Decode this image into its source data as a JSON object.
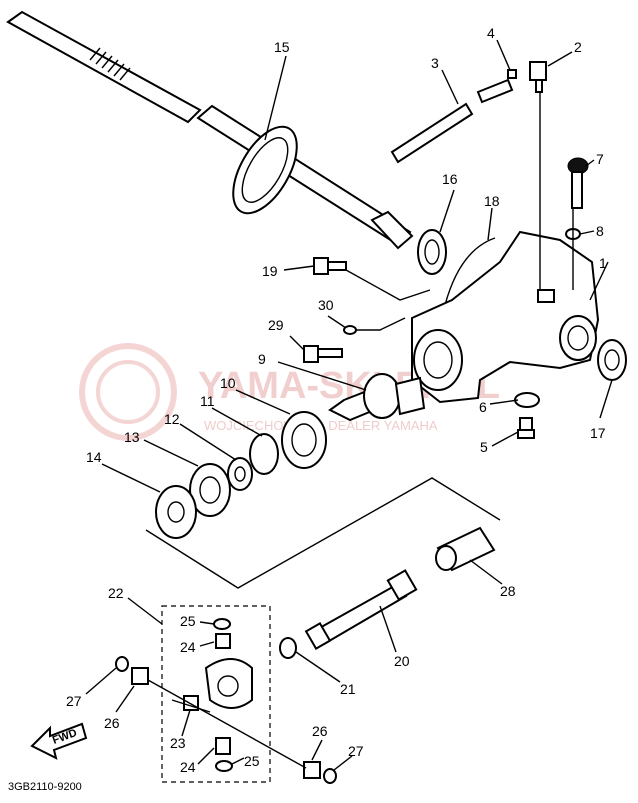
{
  "callouts": {
    "p1": "1",
    "p2": "2",
    "p3": "3",
    "p4": "4",
    "p5": "5",
    "p6": "6",
    "p7": "7",
    "p8": "8",
    "p9": "9",
    "p10": "10",
    "p11": "11",
    "p12": "12",
    "p13": "13",
    "p14": "14",
    "p15": "15",
    "p16": "16",
    "p17": "17",
    "p18": "18",
    "p19": "19",
    "p20": "20",
    "p21": "21",
    "p22": "22",
    "p23": "23",
    "p24a": "24",
    "p24b": "24",
    "p25a": "25",
    "p25b": "25",
    "p26a": "26",
    "p26b": "26",
    "p27a": "27",
    "p27b": "27",
    "p28": "28",
    "p29": "29",
    "p30": "30"
  },
  "caption": "3GB2110-9200",
  "fwd_label": "FWD",
  "watermark": {
    "title": "YAMA-SKLEP.PL",
    "subtitle": "WOJCIECHOWSKI - DEALER YAMAHA"
  }
}
